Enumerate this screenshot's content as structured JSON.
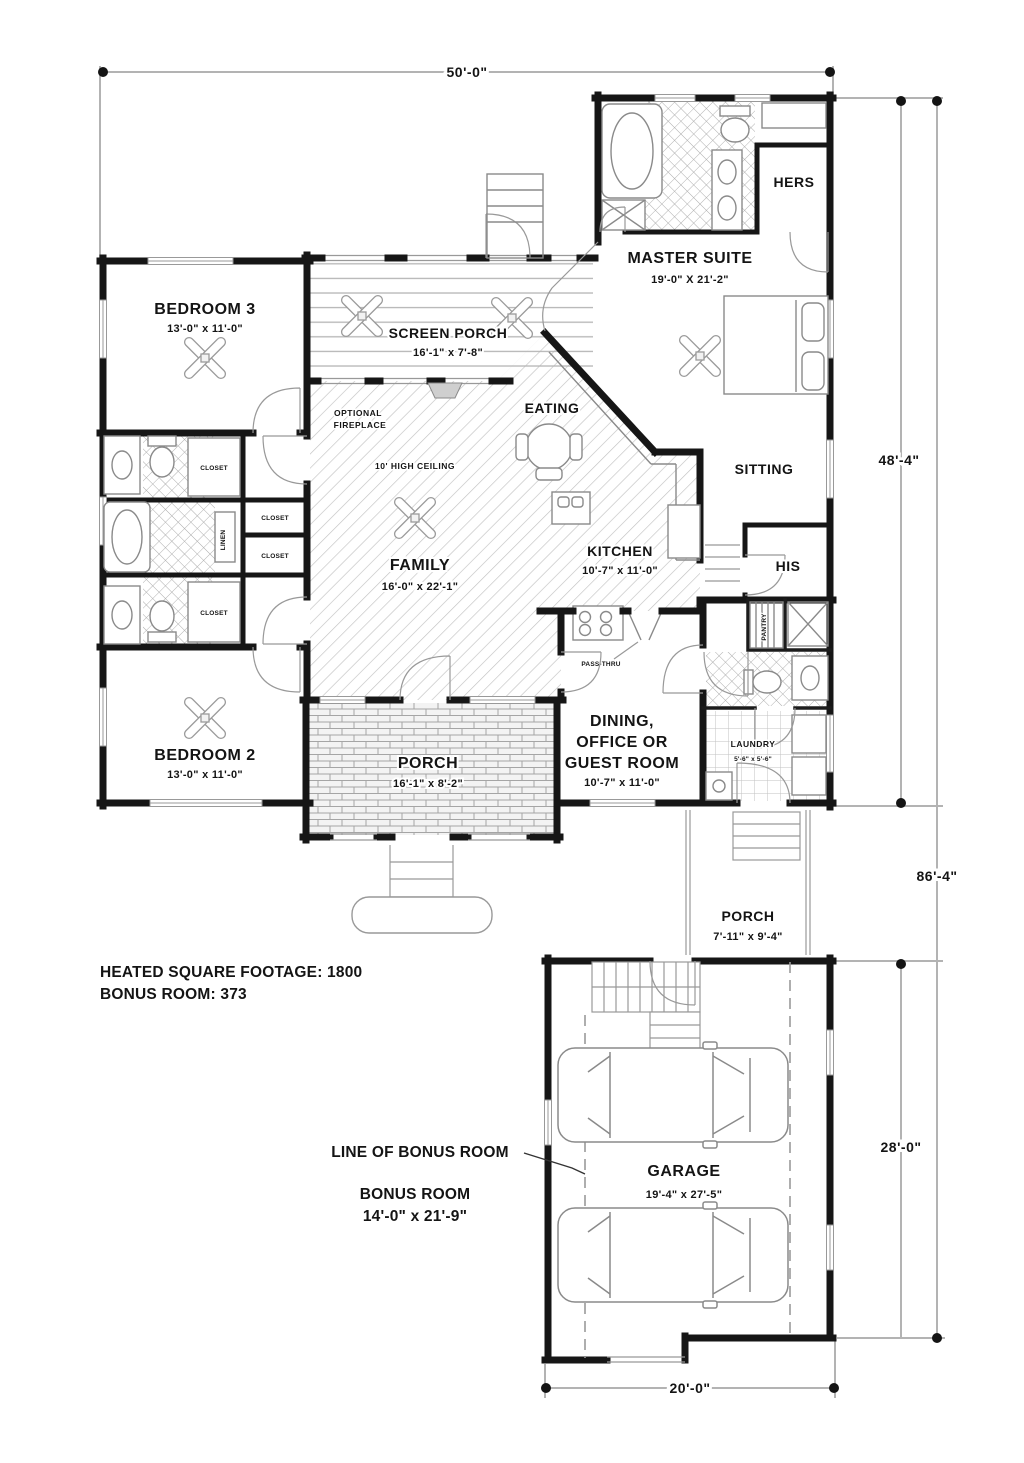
{
  "plan": {
    "notes": {
      "heated": "HEATED SQUARE FOOTAGE: 1800",
      "bonus": "BONUS ROOM: 373",
      "line_of_bonus": "LINE OF BONUS ROOM"
    },
    "dims": {
      "top": "50'-0\"",
      "upper_right": "48'-4\"",
      "overall_right": "86'-4\"",
      "garage_right": "28'-0\"",
      "garage_bottom": "20'-0\""
    },
    "rooms": {
      "bedroom3": {
        "name": "BEDROOM 3",
        "size": "13'-0\" x 11'-0\""
      },
      "bedroom2": {
        "name": "BEDROOM 2",
        "size": "13'-0\" x 11'-0\""
      },
      "screen_porch": {
        "name": "SCREEN PORCH",
        "size": "16'-1\" x 7'-8\""
      },
      "master": {
        "name": "MASTER SUITE",
        "size": "19'-0\" X 21'-2\""
      },
      "family": {
        "name": "FAMILY",
        "size": "16'-0\" x 22'-1\"",
        "ceiling": "10' HIGH CEILING",
        "fireplace1": "OPTIONAL",
        "fireplace2": "FIREPLACE"
      },
      "eating": {
        "name": "EATING"
      },
      "kitchen": {
        "name": "KITCHEN",
        "size": "10'-7\" x 11'-0\"",
        "passthru": "PASS-THRU"
      },
      "sitting": {
        "name": "SITTING"
      },
      "hers": {
        "name": "HERS"
      },
      "his": {
        "name": "HIS"
      },
      "pantry": {
        "name": "PANTRY"
      },
      "linen": {
        "name": "LINEN"
      },
      "closet": {
        "name": "CLOSET"
      },
      "laundry": {
        "name": "LAUNDRY",
        "size": "5'-6\" x 5'-6\""
      },
      "dining": {
        "line1": "DINING,",
        "line2": "OFFICE OR",
        "line3": "GUEST ROOM",
        "size": "10'-7\" x 11'-0\""
      },
      "front_porch": {
        "name": "PORCH",
        "size": "16'-1\" x 8'-2\""
      },
      "rear_porch": {
        "name": "PORCH",
        "size": "7'-11\" x 9'-4\""
      },
      "garage": {
        "name": "GARAGE",
        "size": "19'-4\" x 27'-5\""
      },
      "bonus": {
        "name": "BONUS ROOM",
        "size": "14'-0\" x 21'-9\""
      }
    }
  }
}
